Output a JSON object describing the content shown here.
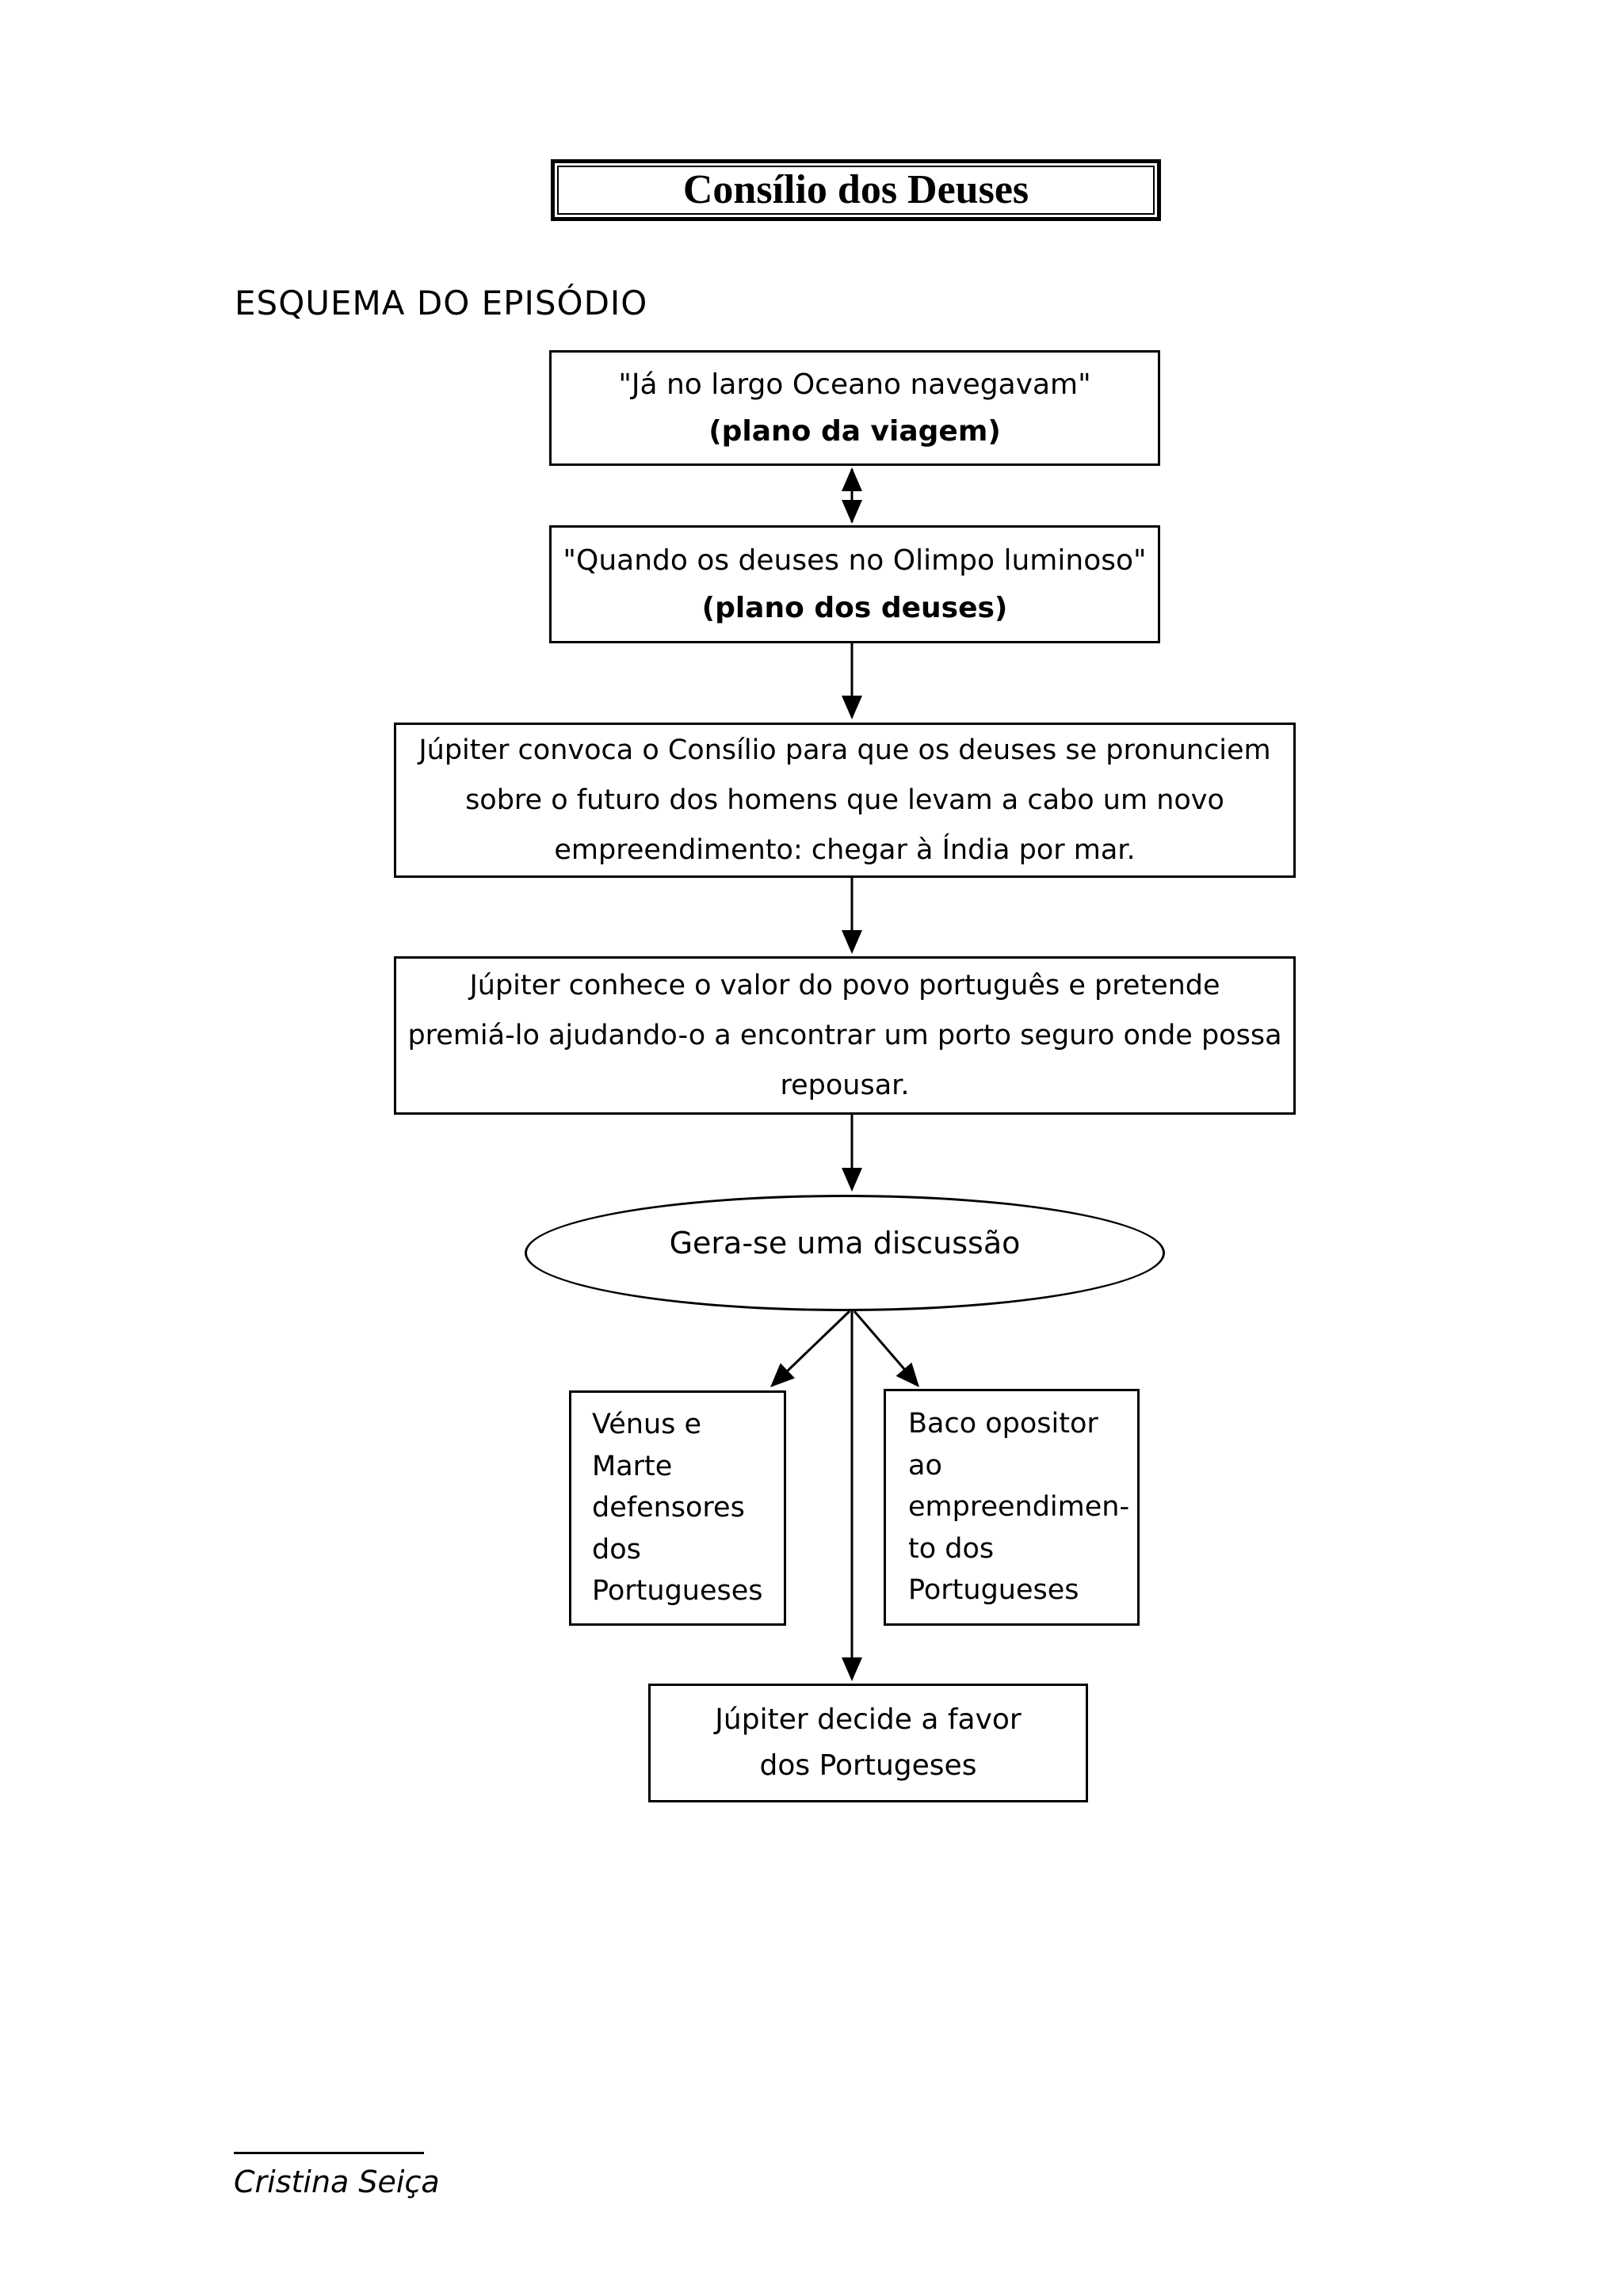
{
  "page": {
    "title": "Consílio dos Deuses",
    "heading": "ESQUEMA DO EPISÓDIO",
    "footer_author": "Cristina Seiça"
  },
  "flow": {
    "box1": {
      "line1": "\"Já no largo Oceano navegavam\"",
      "line2": "(plano da viagem)"
    },
    "box2": {
      "line1": "\"Quando os deuses no Olimpo luminoso\"",
      "line2": "(plano dos deuses)"
    },
    "box3": {
      "text": "Júpiter convoca o Consílio para que os deuses se pronunciem\nsobre o futuro dos homens que levam a cabo um novo\nempreendimento: chegar à Índia por mar."
    },
    "box4": {
      "text": "Júpiter conhece o valor do povo português e pretende\npremiá-lo ajudando-o a encontrar um porto seguro onde possa\nrepousar."
    },
    "ellipse": {
      "text": "Gera-se uma discussão"
    },
    "box_venus": {
      "text": "Vénus e\nMarte\ndefensores\ndos\nPortugueses"
    },
    "box_baco": {
      "text": "Baco opositor\nao\nempreendimen-\nto dos\nPortugueses"
    },
    "box_final": {
      "text": "Júpiter decide a favor\ndos Portugeses"
    }
  },
  "colors": {
    "ink": "#000000",
    "paper": "#ffffff"
  }
}
